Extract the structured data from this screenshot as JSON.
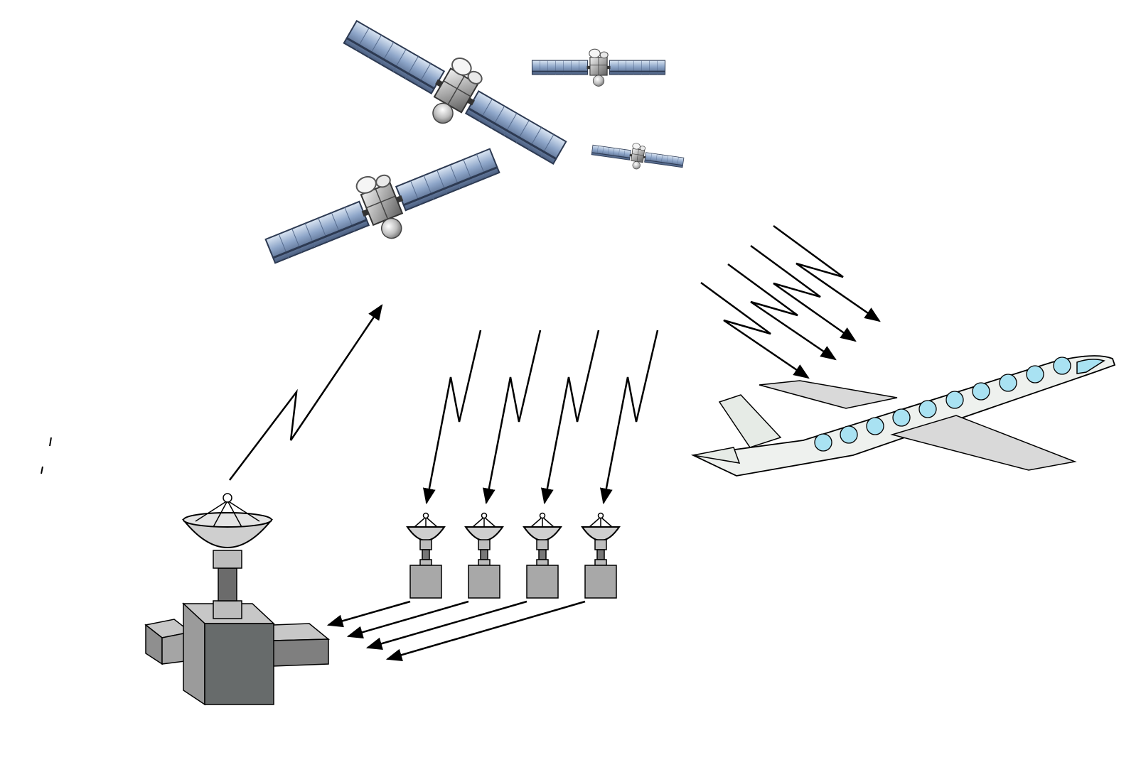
{
  "diagram": {
    "description_free": true,
    "colors": {
      "background": "#ffffff",
      "panel_light": "#c9d9ec",
      "panel_mid": "#7d97bd",
      "panel_dark": "#3e4f6d",
      "body_silver": "#d8d8d8",
      "ground_dark": "#666a6a",
      "ground_mid": "#999999",
      "ground_light": "#c7c7c7",
      "plane_fill": "#eef1ee",
      "plane_wing": "#d9d9d9",
      "window": "#a9e2f2",
      "link": "#000000"
    },
    "icons": {
      "satellite": "satellite-icon",
      "ground_station": "ground-station-icon",
      "reference_receiver": "reference-receiver-icon",
      "aircraft": "airplane-icon",
      "signal": "signal-arrow-icon"
    },
    "counts": {
      "satellites": 4,
      "reference_receivers": 4,
      "aircraft_links": 4,
      "downlinks": 4,
      "data_links": 4,
      "uplinks": 1
    }
  }
}
